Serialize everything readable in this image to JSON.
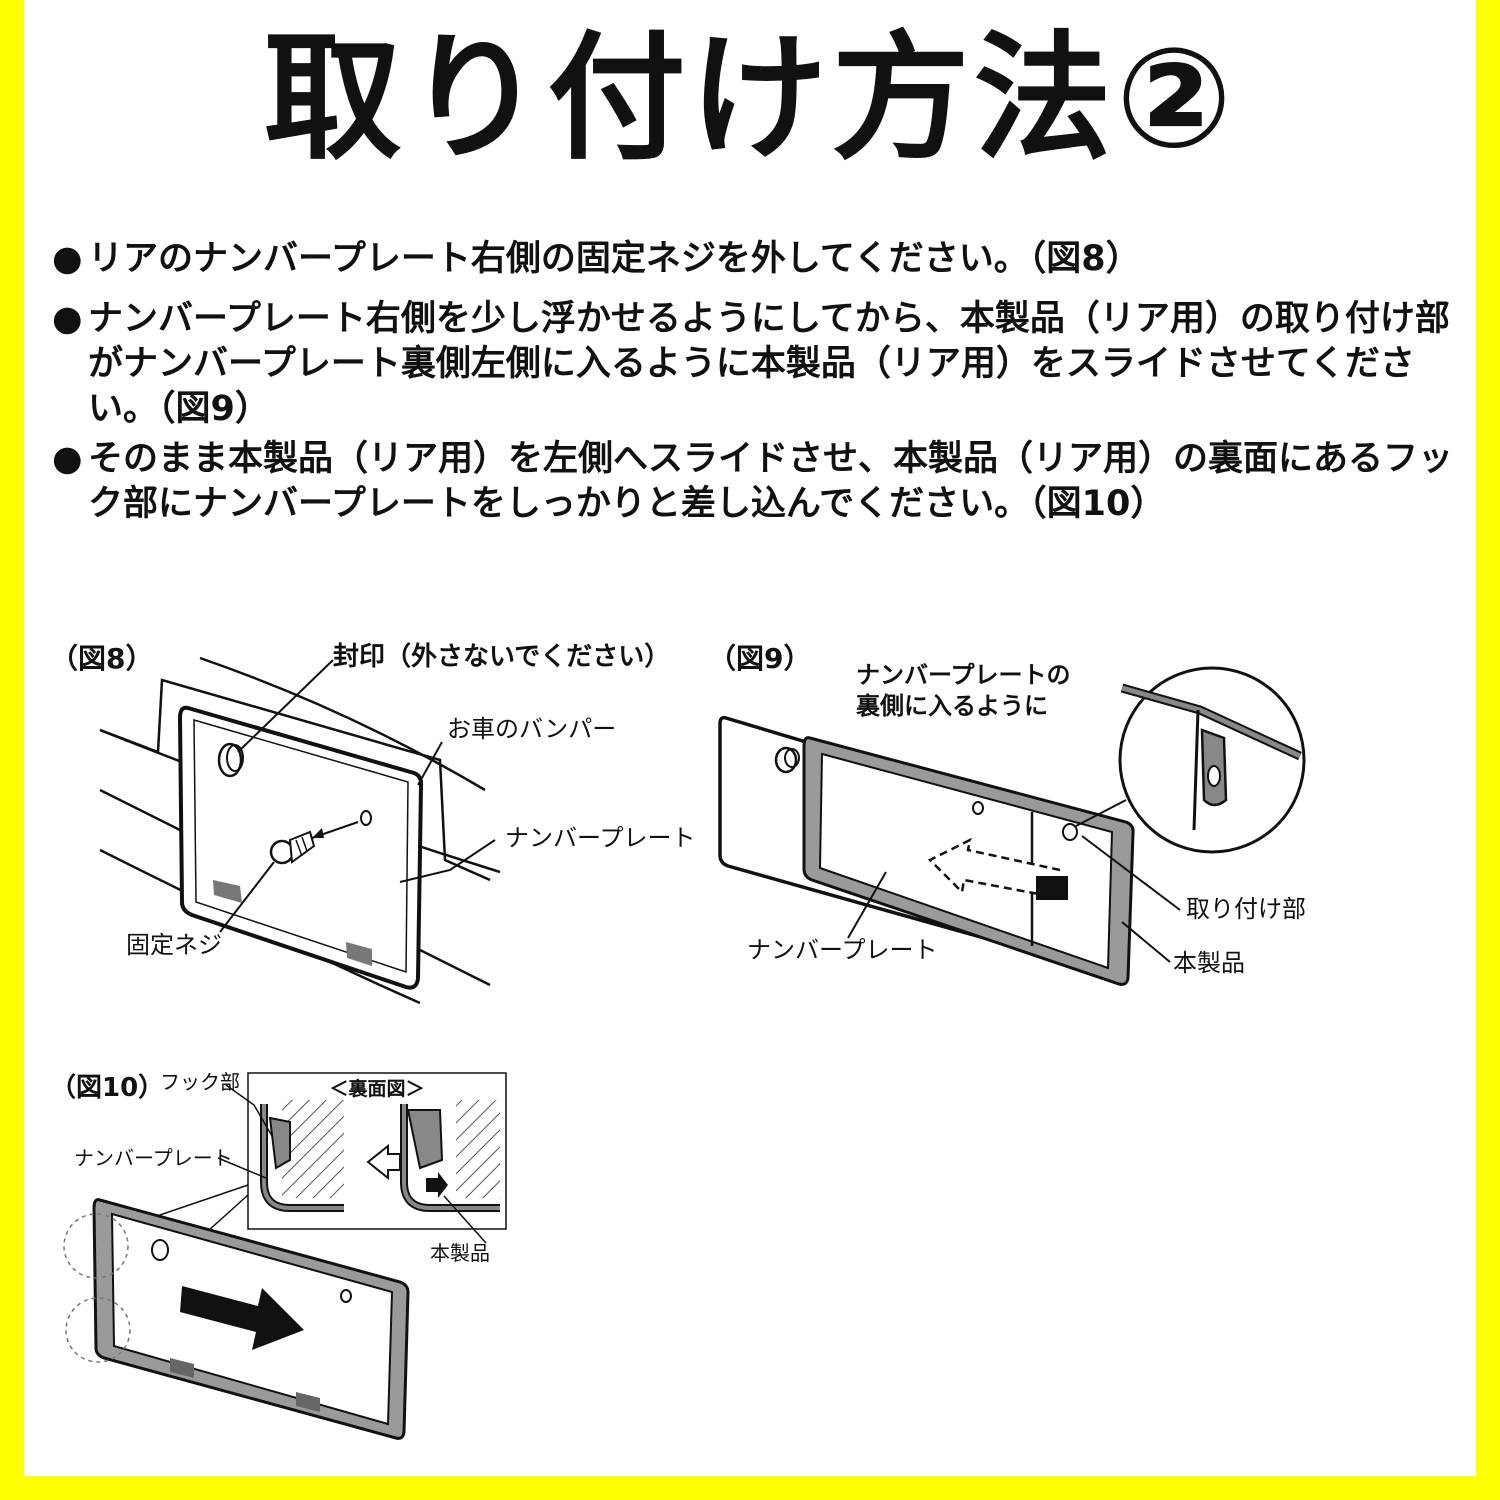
{
  "page": {
    "title": "取り付け方法②",
    "accent_border_color": "#FFFF00",
    "bullet_symbol": "●"
  },
  "instructions": [
    "リアのナンバープレート右側の固定ネジを外してください。（図8）",
    "ナンバープレート右側を少し浮かせるようにしてから、本製品（リア用）の取り付け部がナンバープレート裏側左側に入るように本製品（リア用）をスライドさせてください。（図9）",
    "そのまま本製品（リア用）を左側へスライドさせ、本製品（リア用）の裏面にあるフック部にナンバープレートをしっかりと差し込んでください。（図10）"
  ],
  "figures": {
    "fig8": {
      "caption": "（図8）",
      "label_seal": "封印（外さないでください）",
      "label_bumper": "お車のバンパー",
      "label_plate": "ナンバープレート",
      "label_screw": "固定ネジ"
    },
    "fig9": {
      "caption": "（図9）",
      "callout_line1": "ナンバープレートの",
      "callout_line2": "裏側に入るように",
      "label_mount": "取り付け部",
      "label_product": "本製品",
      "label_plate": "ナンバープレート"
    },
    "fig10": {
      "caption": "（図10）",
      "label_hook": "フック部",
      "label_plate": "ナンバープレート",
      "label_back_view": "＜裏面図＞",
      "label_product": "本製品"
    }
  }
}
